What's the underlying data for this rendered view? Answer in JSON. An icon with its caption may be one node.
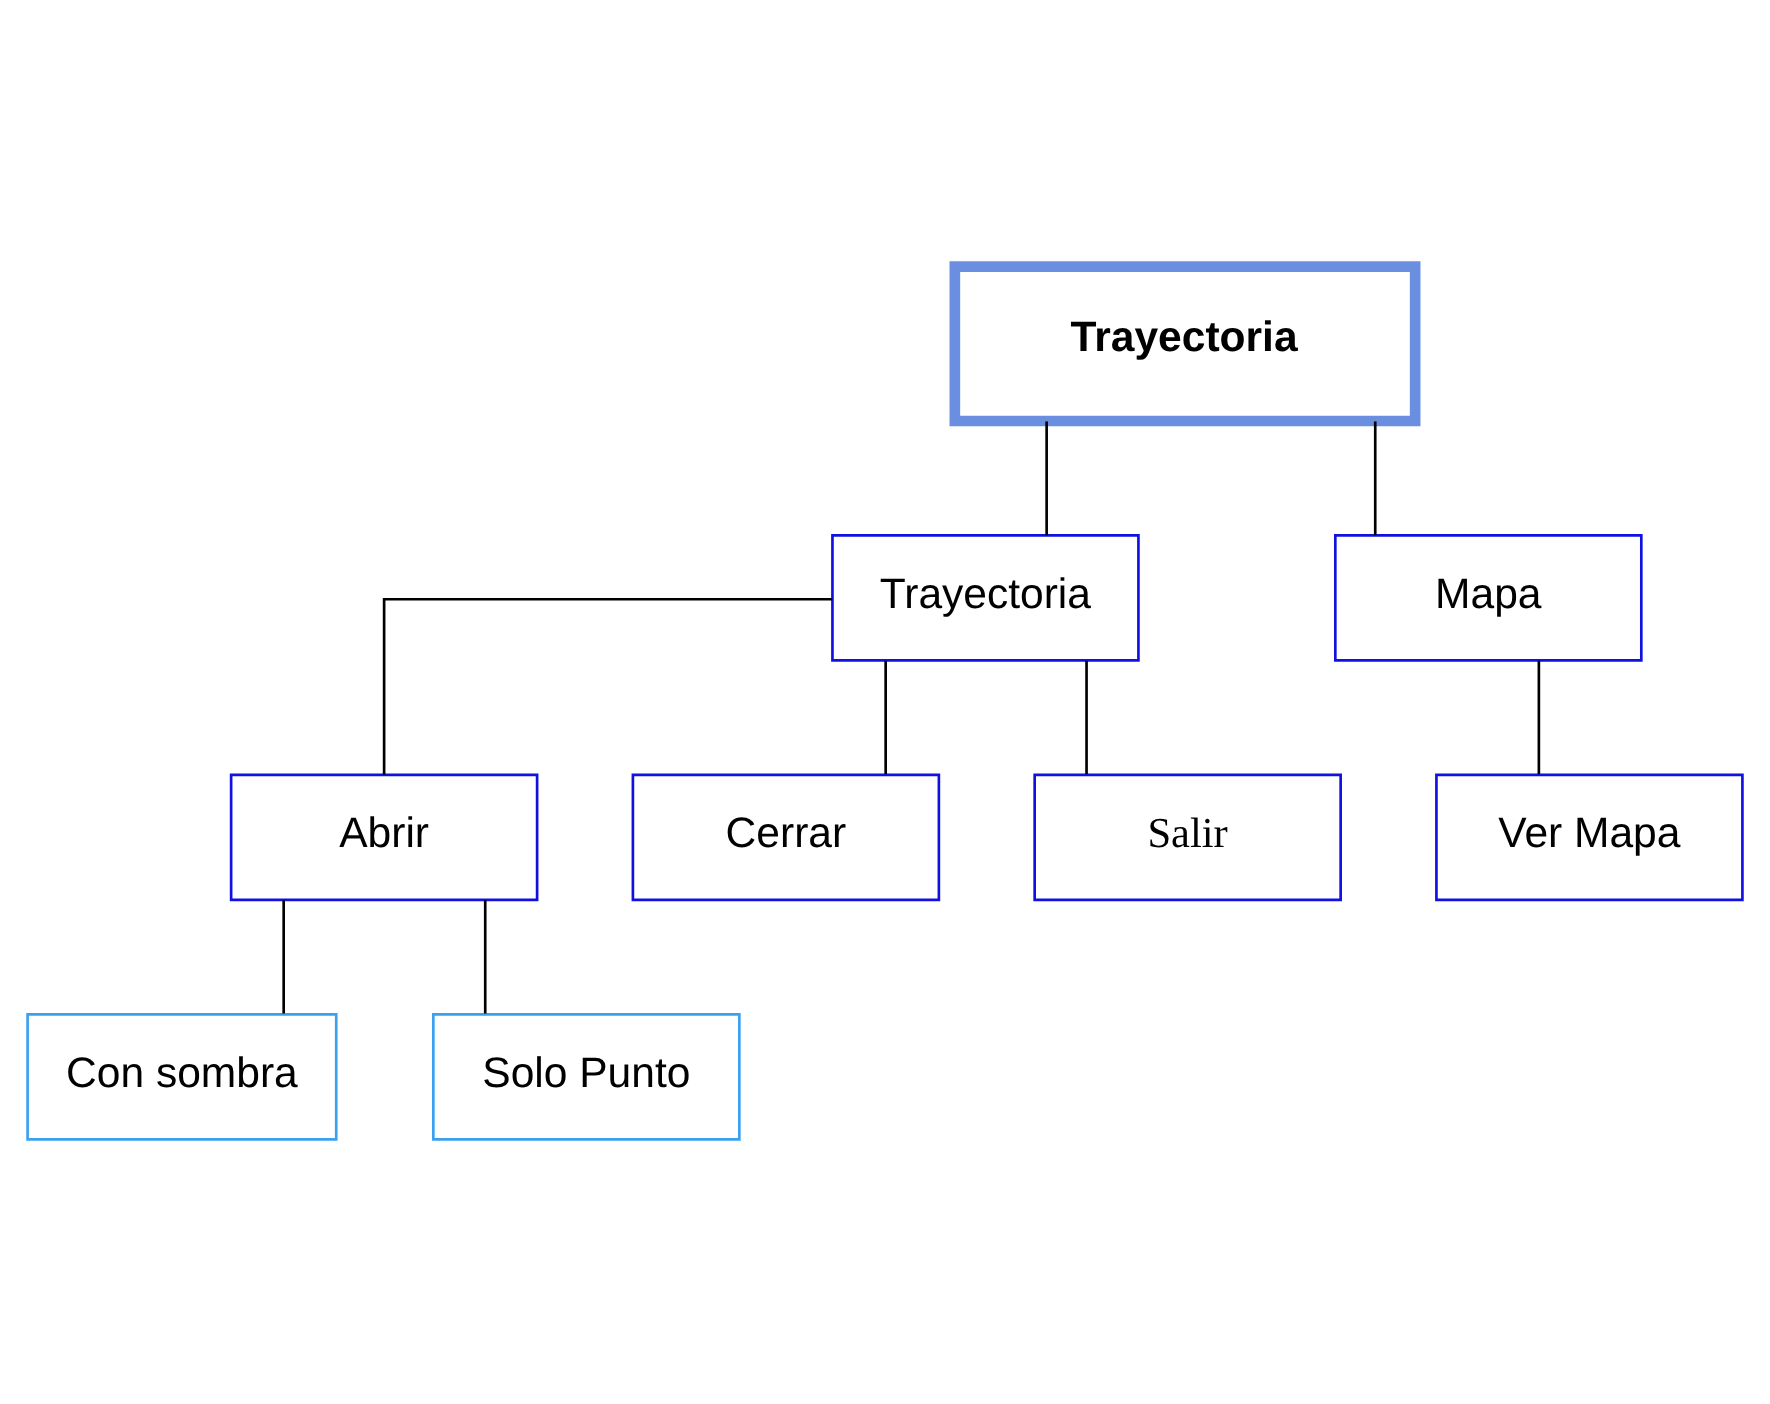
{
  "diagram": {
    "nodes": [
      {
        "text": [
          "Trayectoria"
        ]
      },
      {
        "text": [
          "Trayectoria"
        ]
      },
      {
        "text": [
          "Mapa"
        ]
      },
      {
        "text": [
          "Abrir"
        ]
      },
      {
        "text": [
          "Cerrar"
        ]
      },
      {
        "text": [
          "Salir"
        ]
      },
      {
        "text": [
          "Ver Mapa"
        ]
      },
      {
        "text": [
          "Con sombra"
        ]
      },
      {
        "text": [
          "Solo Punto"
        ]
      }
    ],
    "edges": [
      {
        "from": 0,
        "to": 1,
        "arrow": "none"
      },
      {
        "from": 0,
        "to": 2,
        "arrow": "none"
      },
      {
        "from": 1,
        "to": 3,
        "arrow": "none"
      },
      {
        "from": 1,
        "to": 4,
        "arrow": "none"
      },
      {
        "from": 1,
        "to": 5,
        "arrow": "none"
      },
      {
        "from": 2,
        "to": 6,
        "arrow": "none"
      },
      {
        "from": 3,
        "to": 7,
        "arrow": "none"
      },
      {
        "from": 3,
        "to": 8,
        "arrow": "none"
      }
    ]
  }
}
